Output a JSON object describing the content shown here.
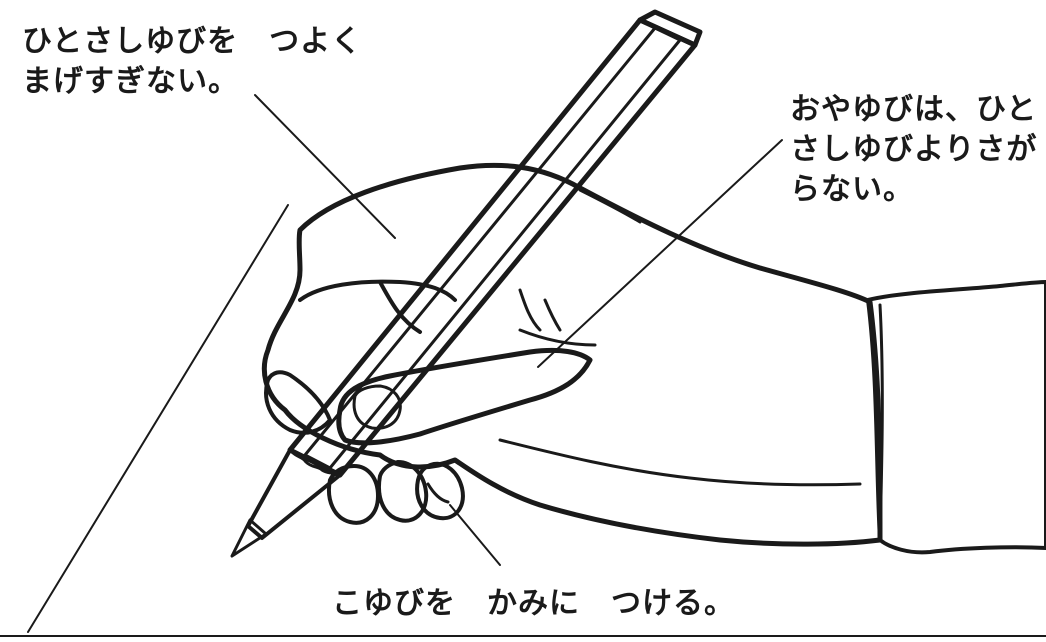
{
  "labels": {
    "index_finger": {
      "line1": "ひとさしゆびを　つよく",
      "line2": "まげすぎない。"
    },
    "thumb": {
      "line1": "おやゆびは、ひと",
      "line2": "さしゆびよりさが",
      "line3": "らない。"
    },
    "pinky": {
      "line1": "こゆびを　かみに　つける。"
    }
  },
  "colors": {
    "ink": "#1a1a1a",
    "pencil_face_light": "#e2e2e2",
    "pencil_face_mid": "#c9c9c9",
    "paper": "#ffffff"
  }
}
